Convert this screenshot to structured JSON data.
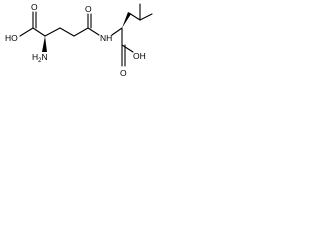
{
  "molecule": {
    "labels": {
      "acid_left_o": "O",
      "acid_left_oh": "HO",
      "amine": "H",
      "amine_sub": "2",
      "amine_n": "N",
      "amide_o": "O",
      "amide_nh": "NH",
      "acid_right_oh": "OH",
      "acid_right_o": "O"
    }
  }
}
